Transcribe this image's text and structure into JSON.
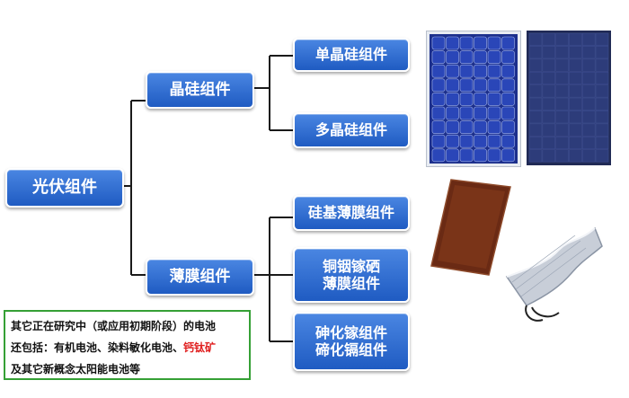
{
  "diagram": {
    "root": "光伏组件",
    "crystalline": {
      "label": "晶硅组件",
      "children": [
        "单晶硅组件",
        "多晶硅组件"
      ]
    },
    "thinfilm": {
      "label": "薄膜组件",
      "children": [
        {
          "line1": "硅基薄膜组件"
        },
        {
          "line1": "铜铟镓硒",
          "line2": "薄膜组件"
        },
        {
          "line1": "砷化镓组件",
          "line2": "碲化镉组件"
        }
      ]
    }
  },
  "note": {
    "line1": "其它正在研究中（或应用初期阶段）的电池",
    "line2_prefix": "还包括：有机电池、染料敏化电池、",
    "line2_highlight": "钙钛矿",
    "line3": "及其它新概念太阳能电池等"
  },
  "colors": {
    "node_top": "#4a86e2",
    "node_bottom": "#1f5bc2",
    "connector": "#1a1a1a",
    "note_border": "#35a035",
    "highlight": "#e02020"
  }
}
